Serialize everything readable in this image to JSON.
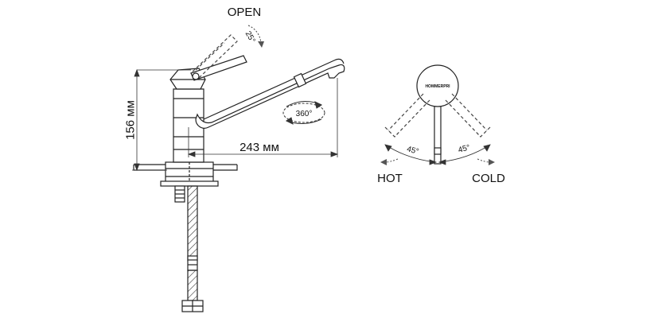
{
  "labels": {
    "open": "OPEN",
    "open_angle": "25°",
    "height": "156 мм",
    "reach": "243 мм",
    "rotation": "360°",
    "hot": "HOT",
    "cold": "COLD",
    "angle_hot": "45°",
    "angle_cold": "45°",
    "brand": "HOMMERPRI"
  },
  "colors": {
    "line": "#222222",
    "dim_line": "#333333",
    "hatch": "#555555",
    "dashed": "#444444"
  }
}
